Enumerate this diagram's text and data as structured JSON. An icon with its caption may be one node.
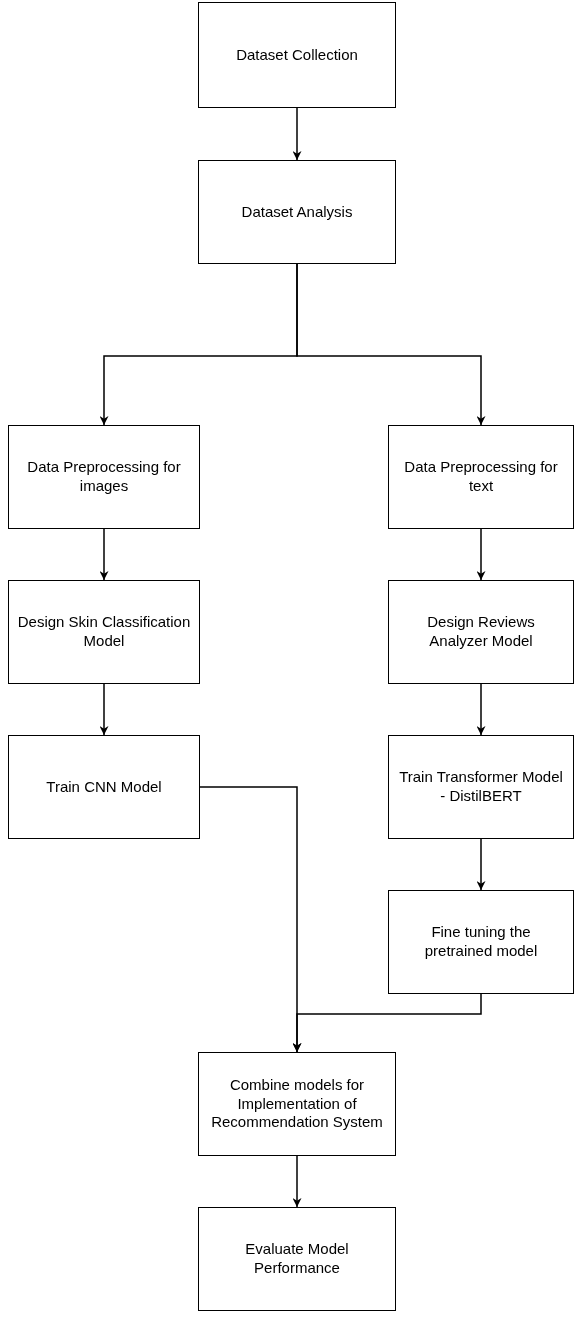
{
  "diagram": {
    "nodes": [
      {
        "text": [
          "Dataset Collection"
        ]
      },
      {
        "text": [
          "Dataset Analysis"
        ]
      },
      {
        "text": [
          "Data Preprocessing for images"
        ]
      },
      {
        "text": [
          "Data Preprocessing for text"
        ]
      },
      {
        "text": [
          "Design Skin Classification Model"
        ]
      },
      {
        "text": [
          "Design Reviews Analyzer Model"
        ]
      },
      {
        "text": [
          "Train CNN Model"
        ]
      },
      {
        "text": [
          "Train Transformer Model - DistilBERT"
        ]
      },
      {
        "text": [
          "Fine tuning the pretrained model"
        ]
      },
      {
        "text": [
          "Combine models for Implementation of Recommendation System"
        ]
      },
      {
        "text": [
          "Evaluate Model Performance"
        ]
      }
    ],
    "edges": [
      {
        "from": 0,
        "to": 1,
        "arrow": "to"
      },
      {
        "from": 1,
        "to": 2,
        "arrow": "to"
      },
      {
        "from": 1,
        "to": 3,
        "arrow": "to"
      },
      {
        "from": 2,
        "to": 4,
        "arrow": "to"
      },
      {
        "from": 3,
        "to": 5,
        "arrow": "to"
      },
      {
        "from": 4,
        "to": 6,
        "arrow": "to"
      },
      {
        "from": 5,
        "to": 7,
        "arrow": "to"
      },
      {
        "from": 7,
        "to": 8,
        "arrow": "to"
      },
      {
        "from": 6,
        "to": 9,
        "arrow": "to"
      },
      {
        "from": 8,
        "to": 9,
        "arrow": "to"
      },
      {
        "from": 9,
        "to": 10,
        "arrow": "to"
      }
    ]
  }
}
